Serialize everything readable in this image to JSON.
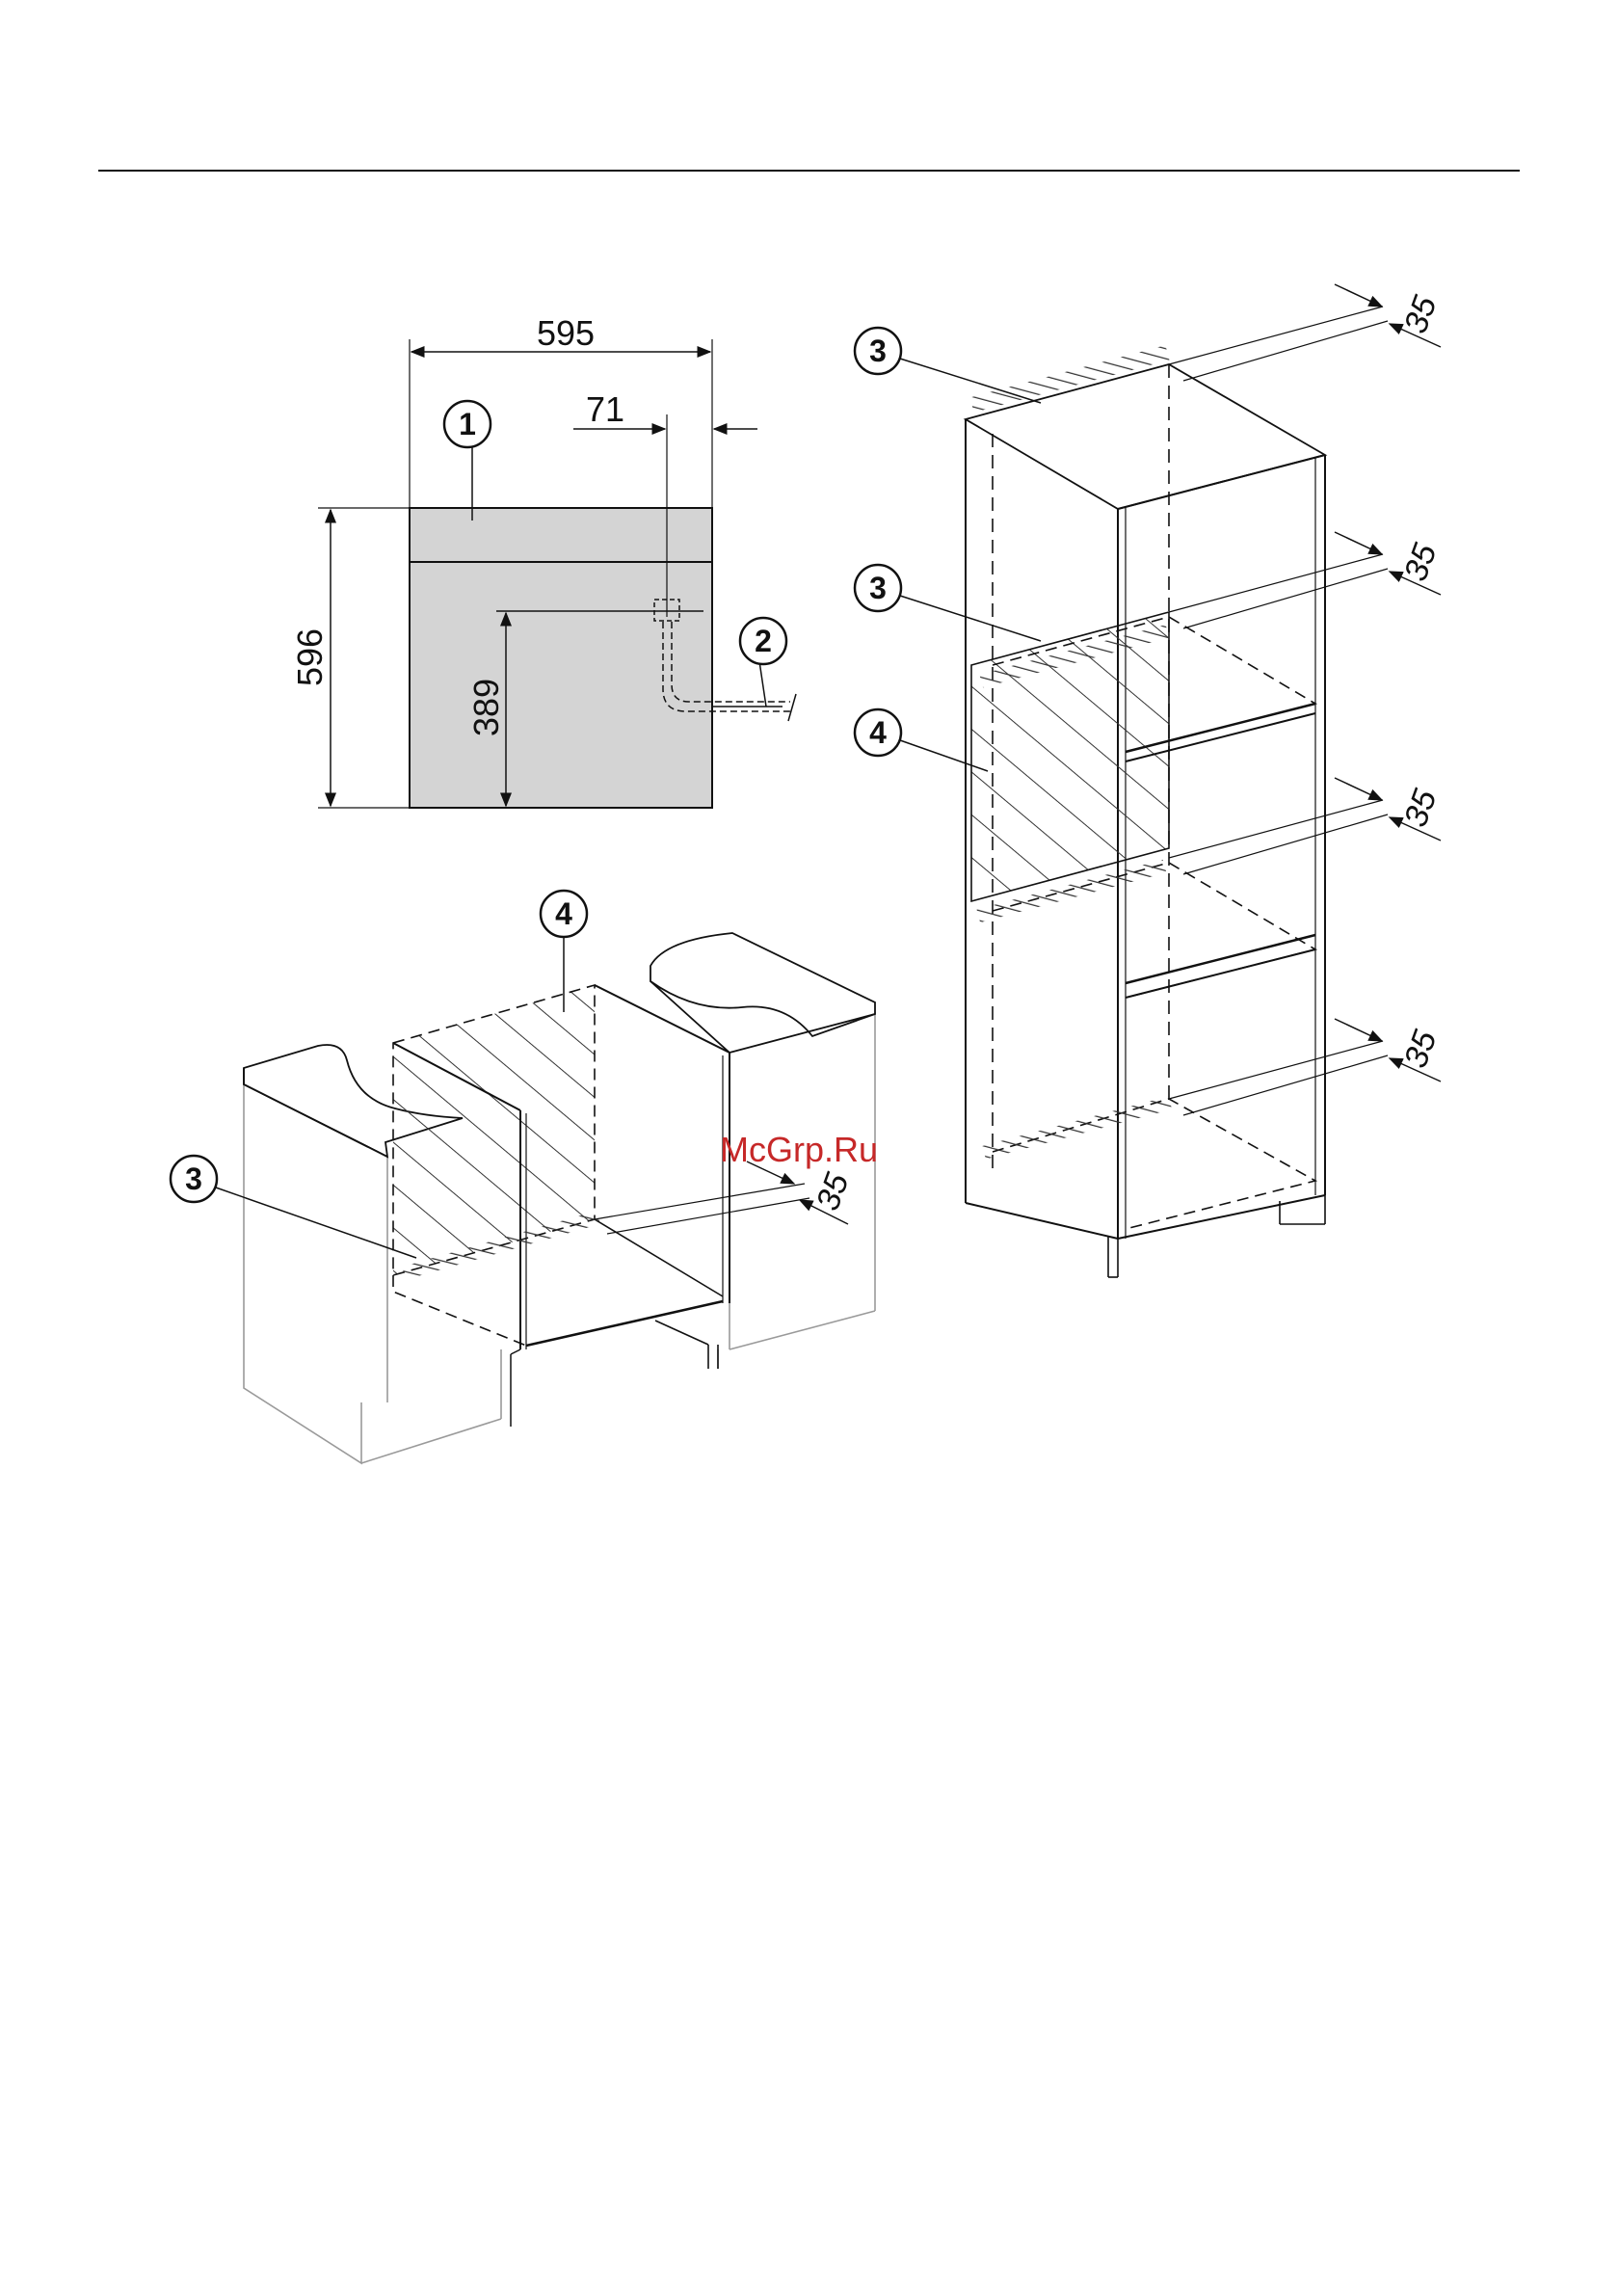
{
  "front_view": {
    "width": "595",
    "height": "596",
    "offset": "71",
    "connection_height": "389"
  },
  "callouts": {
    "appliance": "1",
    "connection": "2",
    "ventilation": "3",
    "rear_panel": "4"
  },
  "gap_label": "35",
  "watermark": "McGrp.Ru",
  "colors": {
    "appliance_fill": "#d4d4d4",
    "hatch": "#333333",
    "cabinet_faint": "#9a9a9a",
    "watermark": "#c62828"
  }
}
